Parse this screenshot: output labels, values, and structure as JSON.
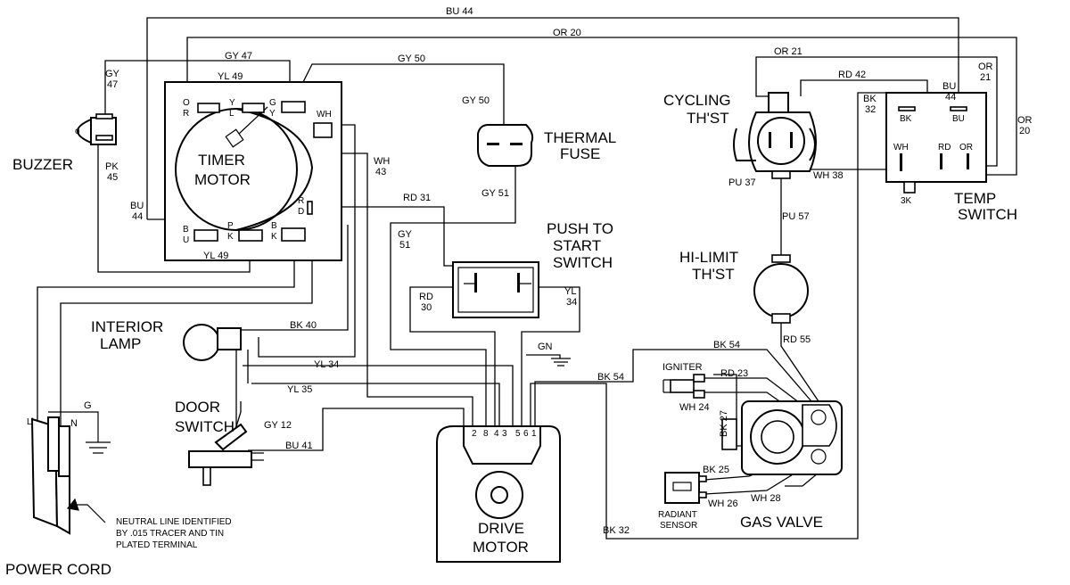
{
  "components": {
    "buzzer": "BUZZER",
    "timer_motor_1": "TIMER",
    "timer_motor_2": "MOTOR",
    "thermal_fuse_1": "THERMAL",
    "thermal_fuse_2": "FUSE",
    "push_start_1": "PUSH TO",
    "push_start_2": "START",
    "push_start_3": "SWITCH",
    "cycling_thst_1": "CYCLING",
    "cycling_thst_2": "TH'ST",
    "temp_switch_1": "TEMP",
    "temp_switch_2": "SWITCH",
    "hi_limit_1": "HI-LIMIT",
    "hi_limit_2": "TH'ST",
    "interior_lamp_1": "INTERIOR",
    "interior_lamp_2": "LAMP",
    "door_switch_1": "DOOR",
    "door_switch_2": "SWITCH",
    "drive_motor_1": "DRIVE",
    "drive_motor_2": "MOTOR",
    "gas_valve": "GAS VALVE",
    "igniter": "IGNITER",
    "radiant_sensor_1": "RADIANT",
    "radiant_sensor_2": "SENSOR",
    "power_cord": "POWER CORD"
  },
  "note": {
    "line1": "NEUTRAL LINE IDENTIFIED",
    "line2": "BY .015 TRACER AND TIN",
    "line3": "PLATED TERMINAL"
  },
  "wires": {
    "bu44": "BU 44",
    "or20": "OR 20",
    "gy47": "GY 47",
    "gy47_a": "GY",
    "gy47_b": "47",
    "yl49": "YL 49",
    "gy50": "GY 50",
    "or21": "OR 21",
    "or21_a": "OR",
    "or21_b": "21",
    "or20_a": "OR",
    "or20_b": "20",
    "rd42": "RD 42",
    "bk32_a": "BK",
    "bk32_b": "32",
    "bu44_a": "BU",
    "bu44_b": "44",
    "pk45_a": "PK",
    "pk45_b": "45",
    "wh43_a": "WH",
    "wh43_b": "43",
    "rd31": "RD 31",
    "gy51": "GY 51",
    "gy51_a": "GY",
    "gy51_b": "51",
    "pu37": "PU 37",
    "wh38": "WH 38",
    "pu57": "PU 57",
    "rd30_a": "RD",
    "rd30_b": "30",
    "yl34_a": "YL",
    "yl34_b": "34",
    "yl34": "YL 34",
    "gn": "GN",
    "bk40": "BK 40",
    "yl35": "YL 35",
    "bk54": "BK 54",
    "rd55": "RD 55",
    "rd23": "RD 23",
    "wh24": "WH 24",
    "bk27": "BK 27",
    "bk25": "BK 25",
    "wh26": "WH 26",
    "wh28": "WH 28",
    "gy12": "GY 12",
    "bu41": "BU 41",
    "bk32": "BK 32"
  },
  "terminals": {
    "o": "O",
    "r": "R",
    "y": "Y",
    "l": "L",
    "g": "G",
    "wh": "WH",
    "b": "B",
    "u": "U",
    "p": "P",
    "k": "K",
    "d": "D",
    "bk": "BK",
    "bu": "BU",
    "rd": "RD",
    "or": "OR",
    "k3": "3K",
    "li": "Li",
    "n": "N",
    "gnd": "G",
    "m2": "2",
    "m8": "8",
    "m4": "4",
    "m3": "3",
    "m5": "5",
    "m6": "6",
    "m1": "1",
    "buzzer_o": "o"
  }
}
